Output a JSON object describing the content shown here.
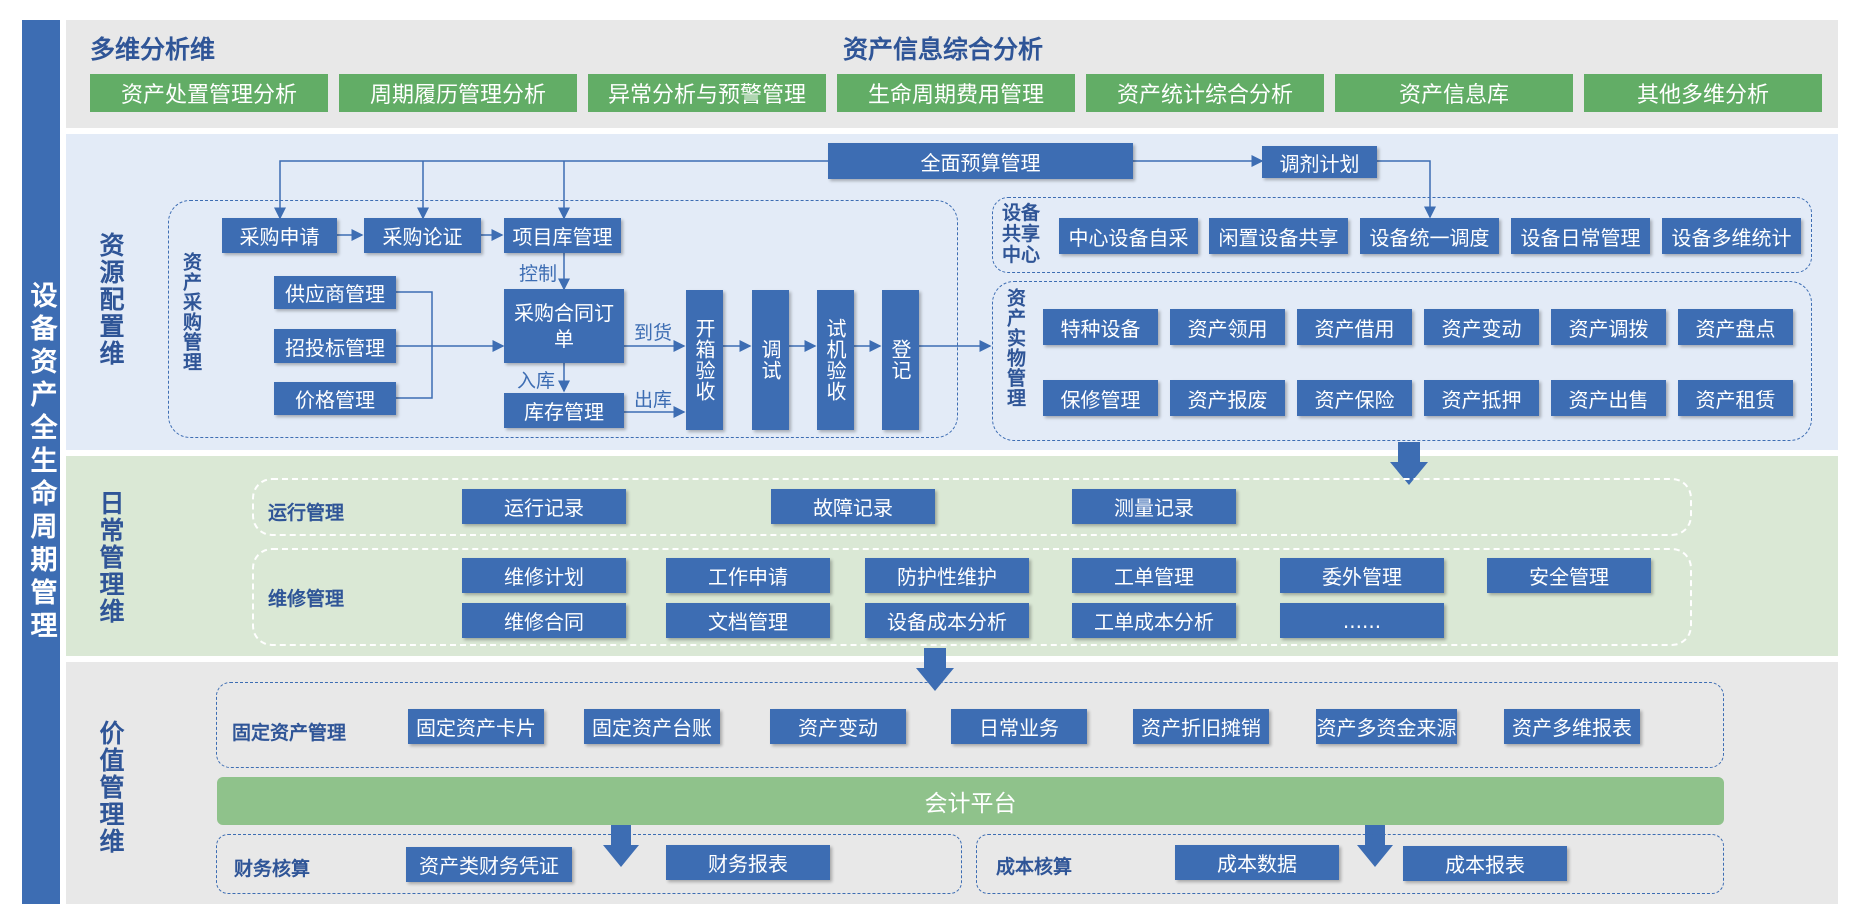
{
  "side_title": "设备资产全生命周期管理",
  "top": {
    "dim_label": "多维分析维",
    "title": "资产信息综合分析",
    "items": [
      "资产处置管理分析",
      "周期履历管理分析",
      "异常分析与预警管理",
      "生命周期费用管理",
      "资产统计综合分析",
      "资产信息库",
      "其他多维分析"
    ]
  },
  "resource": {
    "dim_label": "资源配置维",
    "budget": "全面预算管理",
    "plan": "调剂计划",
    "purchase_group": "资产采购管理",
    "purchase_request": "采购申请",
    "purchase_argue": "采购论证",
    "project_lib": "项目库管理",
    "control": "控制",
    "supplier": "供应商管理",
    "bidding": "招投标管理",
    "price": "价格管理",
    "contract": "采购合同订单",
    "arrive": "到货",
    "inbound": "入库",
    "outbound": "出库",
    "stock": "库存管理",
    "unpack": "开箱验收",
    "debug": "调试",
    "trial": "试机验收",
    "register": "登记",
    "share_center": "设备共享中心",
    "share_items": [
      "中心设备自采",
      "闲置设备共享",
      "设备统一调度",
      "设备日常管理",
      "设备多维统计"
    ],
    "physical_group": "资产实物管理",
    "physical_row1": [
      "特种设备",
      "资产领用",
      "资产借用",
      "资产变动",
      "资产调拨",
      "资产盘点"
    ],
    "physical_row2": [
      "保修管理",
      "资产报废",
      "资产保险",
      "资产抵押",
      "资产出售",
      "资产租赁"
    ]
  },
  "daily": {
    "dim_label": "日常管理维",
    "run_label": "运行管理",
    "run_items": [
      "运行记录",
      "故障记录",
      "测量记录"
    ],
    "maint_label": "维修管理",
    "maint_row1": [
      "维修计划",
      "工作申请",
      "防护性维护",
      "工单管理",
      "委外管理",
      "安全管理"
    ],
    "maint_row2": [
      "维修合同",
      "文档管理",
      "设备成本分析",
      "工单成本分析",
      "......"
    ]
  },
  "value": {
    "dim_label": "价值管理维",
    "fixed_label": "固定资产管理",
    "fixed_items": [
      "固定资产卡片",
      "固定资产台账",
      "资产变动",
      "日常业务",
      "资产折旧摊销",
      "资产多资金来源",
      "资产多维报表"
    ],
    "platform": "会计平台",
    "finance_label": "财务核算",
    "finance_items": [
      "资产类财务凭证",
      "财务报表"
    ],
    "cost_label": "成本核算",
    "cost_items": [
      "成本数据",
      "成本报表"
    ]
  },
  "colors": {
    "blue": "#3d6db3",
    "green": "#62ad66",
    "platform": "#8fc28b",
    "band_top": "#e8e8e8",
    "band_res": "#e3ebf7",
    "band_daily": "#dae8d5",
    "band_value": "#e8e8e8"
  }
}
